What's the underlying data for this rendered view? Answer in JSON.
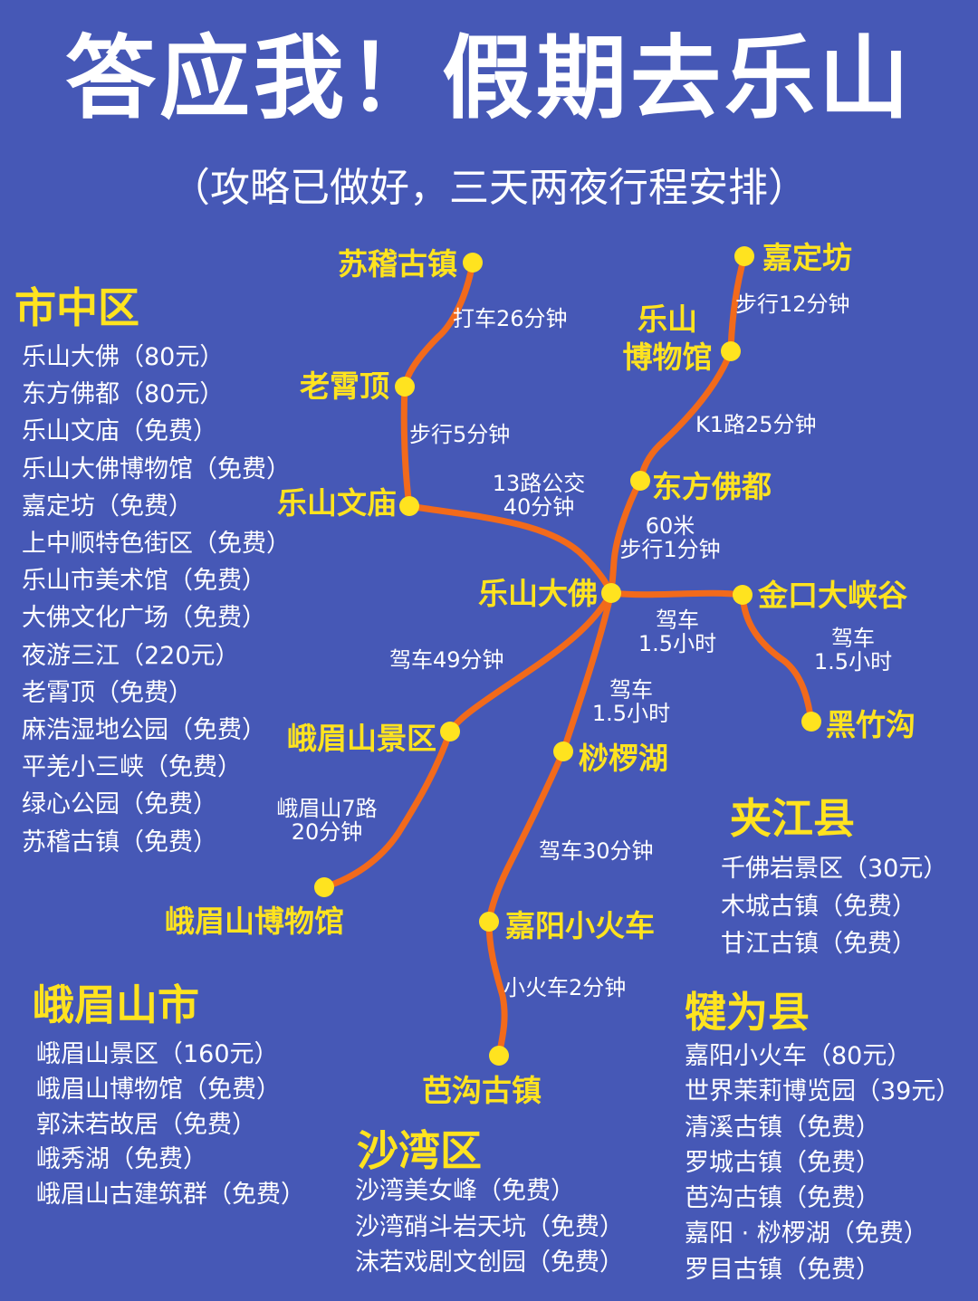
{
  "header": {
    "title": "答应我！假期去乐山",
    "subtitle": "（攻略已做好，三天两夜行程安排）"
  },
  "colors": {
    "background": "#4658b6",
    "route_line": "#f26a1b",
    "node_dot": "#ffe31f",
    "node_label": "#ffe31f",
    "text": "#ffffff"
  },
  "map": {
    "nodes": {
      "susiji": "苏稽古镇",
      "jiadingfang": "嘉定坊",
      "museum": "乐山\n博物馆",
      "laoxiaoding": "老霄顶",
      "wenmiao": "乐山文庙",
      "dongfang": "东方佛都",
      "dafo": "乐山大佛",
      "jinkou": "金口大峡谷",
      "heizhugou": "黑竹沟",
      "emeishan": "峨眉山景区",
      "suoluohu": "桫椤湖",
      "emei_museum": "峨眉山博物馆",
      "jiayang_train": "嘉阳小火车",
      "bagou": "芭沟古镇"
    },
    "edges": {
      "susiji_laoxiaoding": "打车26分钟",
      "laoxiaoding_wenmiao": "步行5分钟",
      "jiadingfang_museum": "步行12分钟",
      "museum_dongfang": "K1路25分钟",
      "wenmiao_dafo": "13路公交\n40分钟",
      "dongfang_dafo": "60米\n步行1分钟",
      "dafo_jinkou": "驾车\n1.5小时",
      "jinkou_heizhugou": "驾车\n1.5小时",
      "dafo_emeishan": "驾车49分钟",
      "dafo_suoluohu": "驾车\n1.5小时",
      "emeishan_museum": "峨眉山7路\n20分钟",
      "suoluohu_train": "驾车30分钟",
      "train_bagou": "小火车2分钟"
    }
  },
  "districts": {
    "shizhong": {
      "title": "市中区",
      "items": [
        "乐山大佛（80元）",
        "东方佛都（80元）",
        "乐山文庙（免费）",
        "乐山大佛博物馆（免费）",
        "嘉定坊（免费）",
        "上中顺特色街区（免费）",
        "乐山市美术馆（免费）",
        "大佛文化广场（免费）",
        "夜游三江（220元）",
        "老霄顶（免费）",
        "麻浩湿地公园（免费）",
        "平羌小三峡（免费）",
        "绿心公园（免费）",
        "苏稽古镇（免费）"
      ]
    },
    "emei": {
      "title": "峨眉山市",
      "items": [
        "峨眉山景区（160元）",
        "峨眉山博物馆（免费）",
        "郭沫若故居（免费）",
        "峨秀湖（免费）",
        "峨眉山古建筑群（免费）"
      ]
    },
    "shawan": {
      "title": "沙湾区",
      "items": [
        "沙湾美女峰（免费）",
        "沙湾硝斗岩天坑（免费）",
        "沫若戏剧文创园（免费）"
      ]
    },
    "jiajiang": {
      "title": "夹江县",
      "items": [
        "千佛岩景区（30元）",
        "木城古镇（免费）",
        "甘江古镇（免费）"
      ]
    },
    "qianwei": {
      "title": "犍为县",
      "items": [
        "嘉阳小火车（80元）",
        "世界茉莉博览园（39元）",
        "清溪古镇（免费）",
        "罗城古镇（免费）",
        "芭沟古镇（免费）",
        "嘉阳 · 桫椤湖（免费）",
        "罗目古镇（免费）"
      ]
    }
  }
}
